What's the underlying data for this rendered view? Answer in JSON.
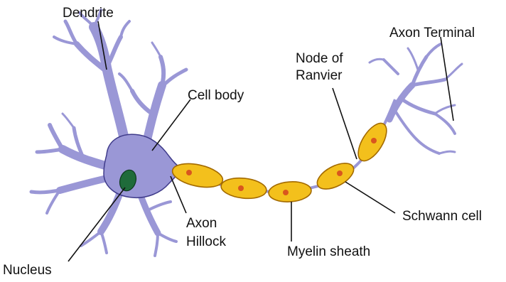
{
  "labels": {
    "dendrite": "Dendrite",
    "cell_body": "Cell body",
    "node_of_ranvier_line1": "Node of",
    "node_of_ranvier_line2": "Ranvier",
    "axon_terminal": "Axon Terminal",
    "axon_hillock_line1": "Axon",
    "axon_hillock_line2": "Hillock",
    "nucleus": "Nucleus",
    "myelin_sheath": "Myelin sheath",
    "schwann_cell": "Schwann cell"
  },
  "colors": {
    "neuron_fill": "#9a97d6",
    "neuron_outline": "#3f3b8a",
    "nucleus_fill": "#1f6b3a",
    "myelin_fill": "#f3c01c",
    "myelin_outline": "#a36a00",
    "schwann_nucleus": "#d9561e",
    "leader_line": "#111111"
  }
}
